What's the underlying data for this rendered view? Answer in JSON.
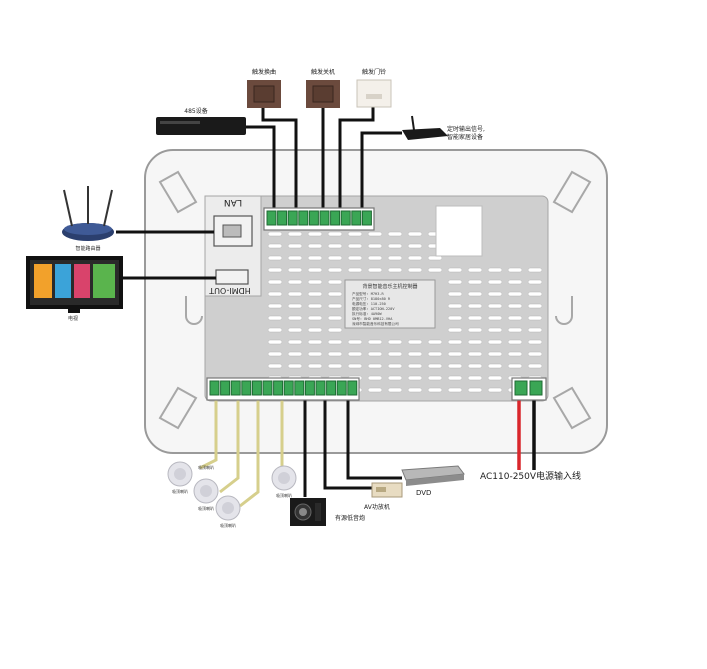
{
  "labels": {
    "rs485": "485设备",
    "trigger_skip": "触发换曲",
    "trigger_power": "触发关机",
    "trigger_doorbell": "触发门铃",
    "timed_output_line1": "定时输出信号,",
    "timed_output_line2": "智能家居设备",
    "router": "智能路由器",
    "tv": "电视",
    "lan_port": "LAN",
    "hdmi_port": "HDMI-OUT",
    "speaker_1": "吸顶喇叭",
    "speaker_2": "吸顶喇叭",
    "speaker_3": "吸顶喇叭",
    "speaker_4": "吸顶喇叭",
    "speaker_tag": "吸顶喇叭",
    "subwoofer": "有源低音炮",
    "av_amp": "AV功放机",
    "dvd": "DVD",
    "power_input": "AC110-250V电源输入线"
  },
  "nameplate": {
    "title": "背景智能音乐主机控制器",
    "lines": [
      "产品型号: M7H3-R",
      "产品尺寸: 8180×80 R",
      "电源电压: 110-250",
      "额定功率: ACTION-220V",
      "执行标准: 4A90W",
      "SN号: BHD 0MB12-VHA",
      "深圳市智能音乐科技有限公司"
    ]
  },
  "colors": {
    "panel": "#cfcfcf",
    "frame": "#f6f6f6",
    "terminal": "#3aa655",
    "wire_dark": "#111111",
    "wire_speaker": "#d6cf8c",
    "wire_red": "#d9262b"
  }
}
